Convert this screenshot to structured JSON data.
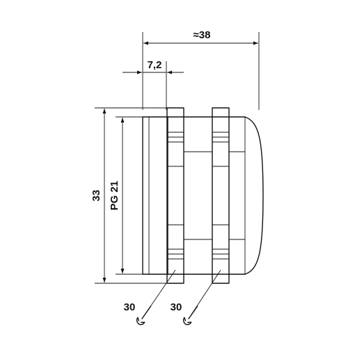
{
  "dimensions": {
    "overall_length": "≈38",
    "thread_length": "7,2",
    "outer_height": "33",
    "thread_size": "PG 21",
    "wrench_size_1": "30",
    "wrench_size_2": "30"
  },
  "icons": {
    "wrench": "wrench-icon"
  },
  "colors": {
    "line": "#111111",
    "background": "#ffffff"
  }
}
